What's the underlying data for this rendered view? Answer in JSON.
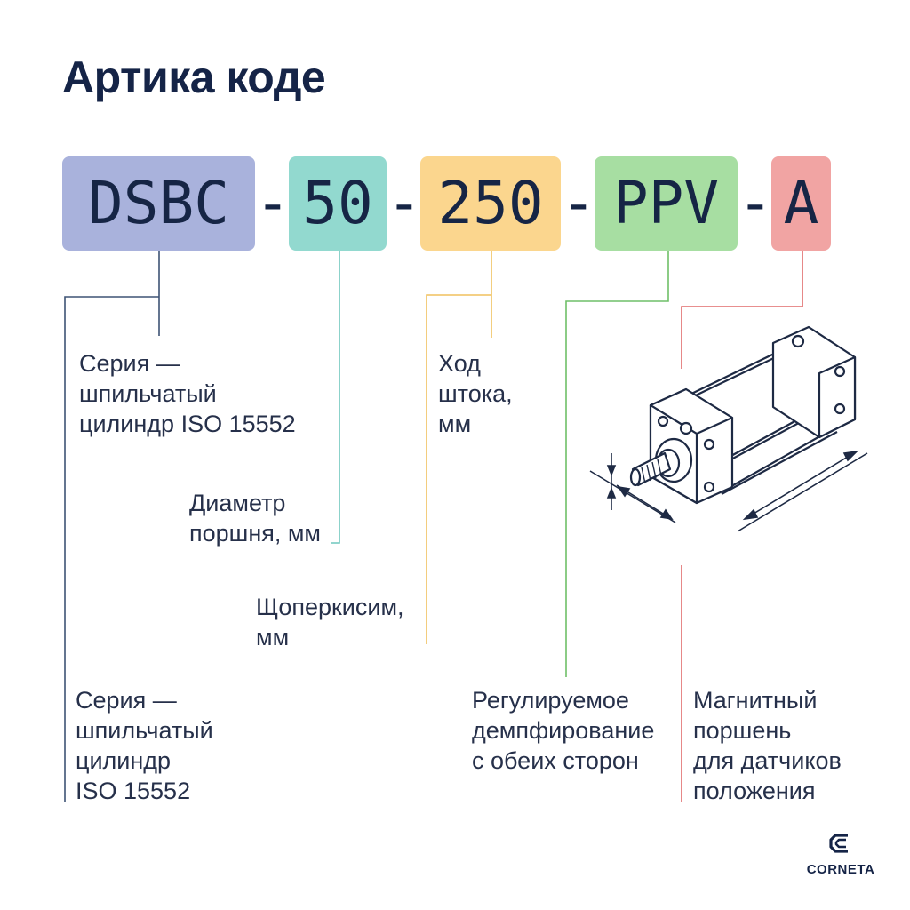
{
  "title": "Артика коде",
  "code": {
    "segments": [
      {
        "text": "DSBC",
        "color": "#a9b2dc"
      },
      {
        "text": "50",
        "color": "#92d9cf"
      },
      {
        "text": "250",
        "color": "#fbd68e"
      },
      {
        "text": "PPV",
        "color": "#a7dea2"
      },
      {
        "text": "A",
        "color": "#f1a4a3"
      }
    ],
    "separator": "-"
  },
  "labels": {
    "series_top": [
      "Серия —",
      "шпильчатый",
      "цилиндр ISO 15552"
    ],
    "diameter": [
      "Диаметр",
      "поршня, мм"
    ],
    "stroke_top": [
      "Ход",
      "штока,",
      "мм"
    ],
    "stroke_mid": [
      "Щоперкисим,",
      "мм"
    ],
    "series_bottom": [
      "Серия —",
      "шпильчатый",
      "цилиндр",
      "ISO 15552"
    ],
    "damping": [
      "Регулируемое",
      "демпфирование",
      "с обеих сторон"
    ],
    "magnet": [
      "Магнитный",
      "поршень",
      "для датчиков",
      "положения"
    ]
  },
  "line_colors": {
    "series": "#3e5375",
    "diameter": "#6fc7bd",
    "stroke": "#f0c15f",
    "damping": "#6fbf68",
    "magnet": "#e06a6a"
  },
  "logo": {
    "name": "CORNETA"
  }
}
